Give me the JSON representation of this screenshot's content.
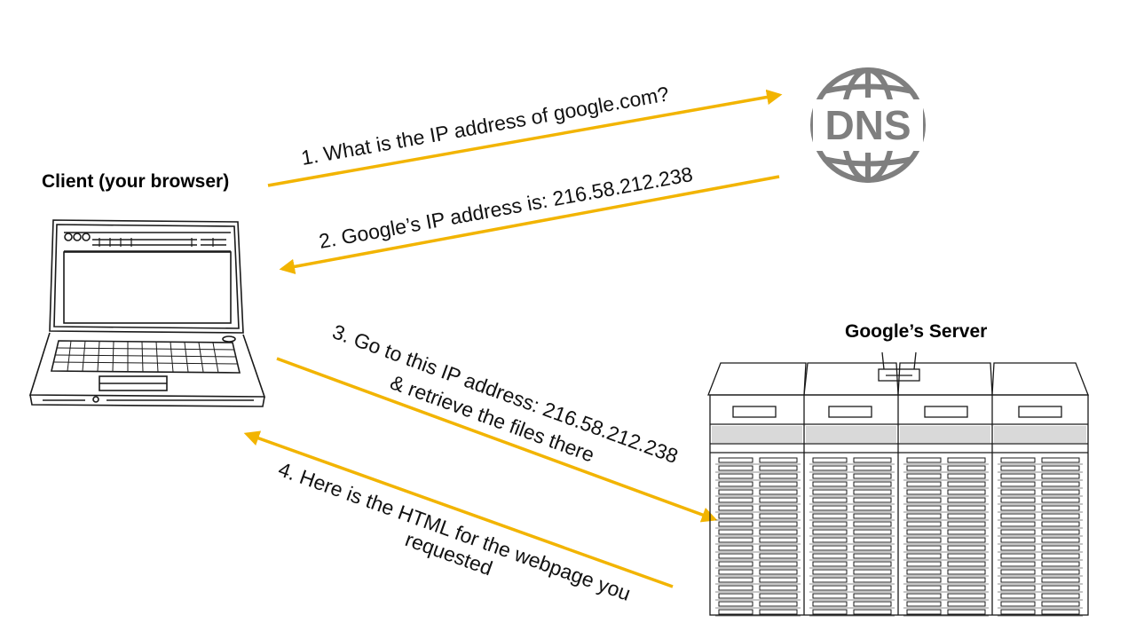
{
  "client_label": "Client (your browser)",
  "server_label": "Google’s Server",
  "dns_label": "DNS",
  "steps": {
    "step1": "1. What is the IP address of google.com?",
    "step2": "2. Google’s IP address is: 216.58.212.238",
    "step3_line1": "3. Go to this IP address: 216.58.212.238",
    "step3_line2": "& retrieve the files there",
    "step4_line1": "4. Here is the HTML for the webpage you",
    "step4_line2": "requested"
  },
  "colors": {
    "arrow": "#f2b400",
    "dns_icon": "#7f7f7f",
    "sketch": "#1a1a1a"
  },
  "icons": [
    "laptop-icon",
    "dns-globe-icon",
    "server-rack-icon"
  ]
}
